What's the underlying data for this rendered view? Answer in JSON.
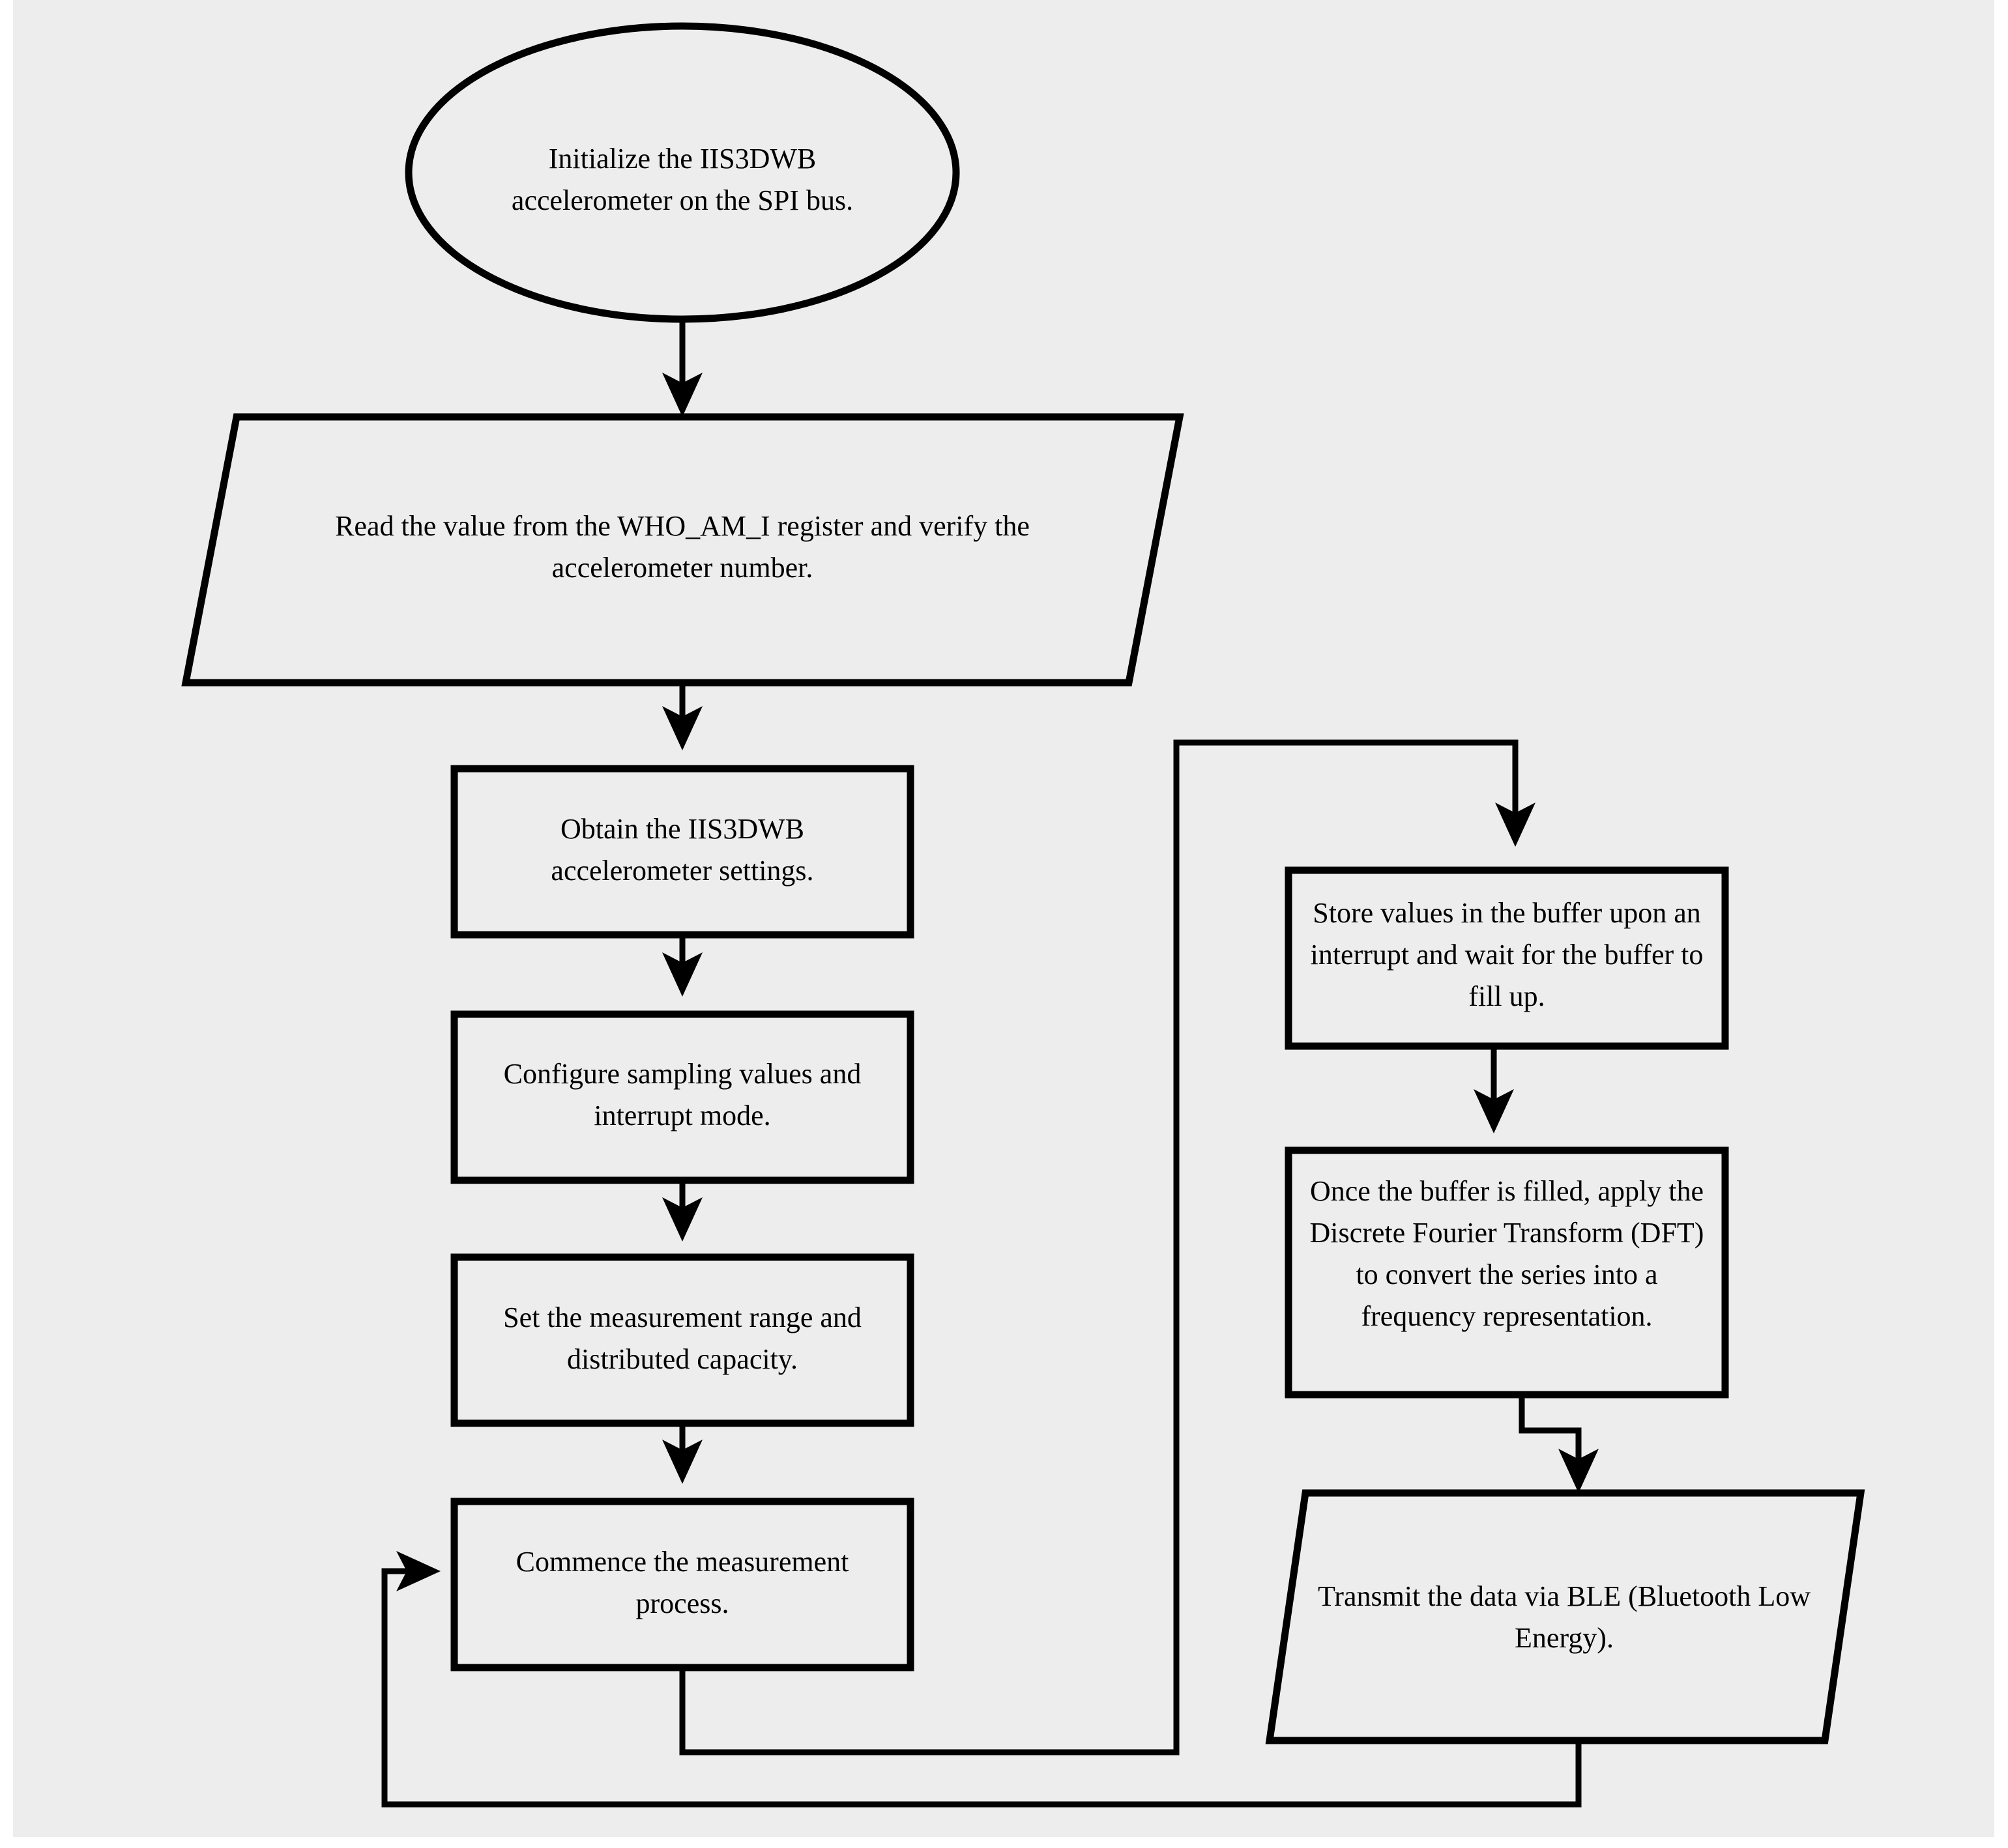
{
  "diagram": {
    "title": "IIS3DWB accelerometer measurement and BLE transmission flowchart",
    "background_color": "#ededed",
    "line_color": "#000000",
    "text_color": "#000000",
    "nodes": [
      {
        "id": "start",
        "shape": "ellipse",
        "label_lines": [
          "Initialize the IIS3DWB",
          "accelerometer on the SPI bus."
        ]
      },
      {
        "id": "read-who-am-i",
        "shape": "parallelogram",
        "label_lines": [
          "Read the value from the WHO_AM_I register and verify the",
          "accelerometer number."
        ]
      },
      {
        "id": "obtain-settings",
        "shape": "rectangle",
        "label_lines": [
          "Obtain the IIS3DWB",
          "accelerometer settings."
        ]
      },
      {
        "id": "configure-sampling",
        "shape": "rectangle",
        "label_lines": [
          "Configure sampling values and",
          "interrupt mode."
        ]
      },
      {
        "id": "set-range",
        "shape": "rectangle",
        "label_lines": [
          "Set the measurement range and",
          "distributed capacity."
        ]
      },
      {
        "id": "commence-measurement",
        "shape": "rectangle",
        "label_lines": [
          "Commence the measurement",
          "process."
        ]
      },
      {
        "id": "store-values",
        "shape": "rectangle",
        "label_lines": [
          "Store values in the buffer upon an",
          "interrupt and wait for the buffer to",
          "fill up."
        ]
      },
      {
        "id": "apply-dft",
        "shape": "rectangle",
        "label_lines": [
          "Once the buffer is filled, apply the",
          "Discrete Fourier Transform (DFT)",
          "to convert the series into a",
          "frequency representation."
        ]
      },
      {
        "id": "transmit-ble",
        "shape": "parallelogram",
        "label_lines": [
          "Transmit the data via BLE (Bluetooth Low",
          "Energy)."
        ]
      }
    ],
    "edges": [
      {
        "id": "edge-start-to-read",
        "from": "start",
        "to": "read-who-am-i",
        "style": "straight-down-arrow"
      },
      {
        "id": "edge-read-to-obtain",
        "from": "read-who-am-i",
        "to": "obtain-settings",
        "style": "straight-down-arrow"
      },
      {
        "id": "edge-obtain-to-configure",
        "from": "obtain-settings",
        "to": "configure-sampling",
        "style": "straight-down-arrow"
      },
      {
        "id": "edge-configure-to-set-range",
        "from": "configure-sampling",
        "to": "set-range",
        "style": "straight-down-arrow"
      },
      {
        "id": "edge-set-range-to-commence",
        "from": "set-range",
        "to": "commence-measurement",
        "style": "straight-down-arrow"
      },
      {
        "id": "edge-commence-to-store",
        "from": "commence-measurement",
        "to": "store-values",
        "style": "orthogonal-down-right-down-arrow"
      },
      {
        "id": "edge-store-to-dft",
        "from": "store-values",
        "to": "apply-dft",
        "style": "straight-down-arrow"
      },
      {
        "id": "edge-dft-to-transmit",
        "from": "apply-dft",
        "to": "transmit-ble",
        "style": "jogged-down-arrow"
      },
      {
        "id": "edge-transmit-to-commence",
        "from": "transmit-ble",
        "to": "commence-measurement",
        "style": "loopback-left-up-arrow"
      }
    ]
  }
}
